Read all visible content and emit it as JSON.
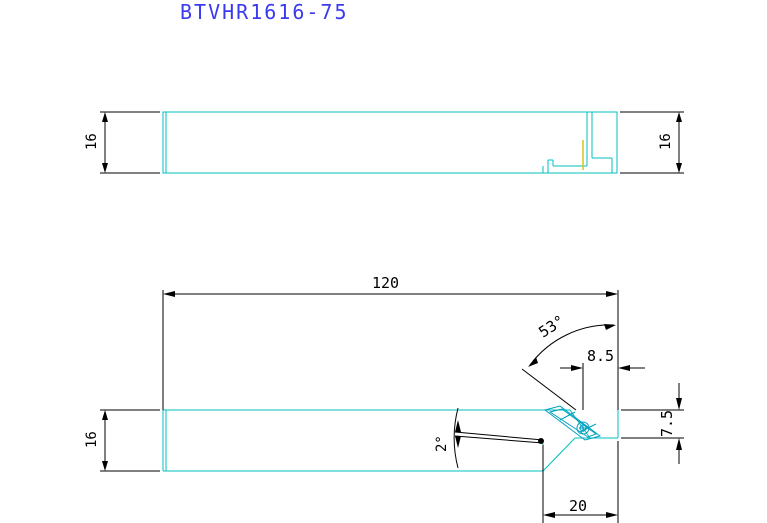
{
  "title": "BTVHR1616-75",
  "colors": {
    "outline": "#00c0c0",
    "dimension": "#000000",
    "title": "#3a3af0",
    "accent": "#d8c020",
    "blade": "#00a0c0"
  },
  "top_view": {
    "left_dim": "16",
    "right_dim": "16"
  },
  "side_view": {
    "length_dim": "120",
    "height_dim": "16",
    "angle_dim": "53°",
    "width_dim": "8.5",
    "offset_dim": "7.5",
    "tilt_dim": "2°",
    "bottom_dim": "20"
  }
}
